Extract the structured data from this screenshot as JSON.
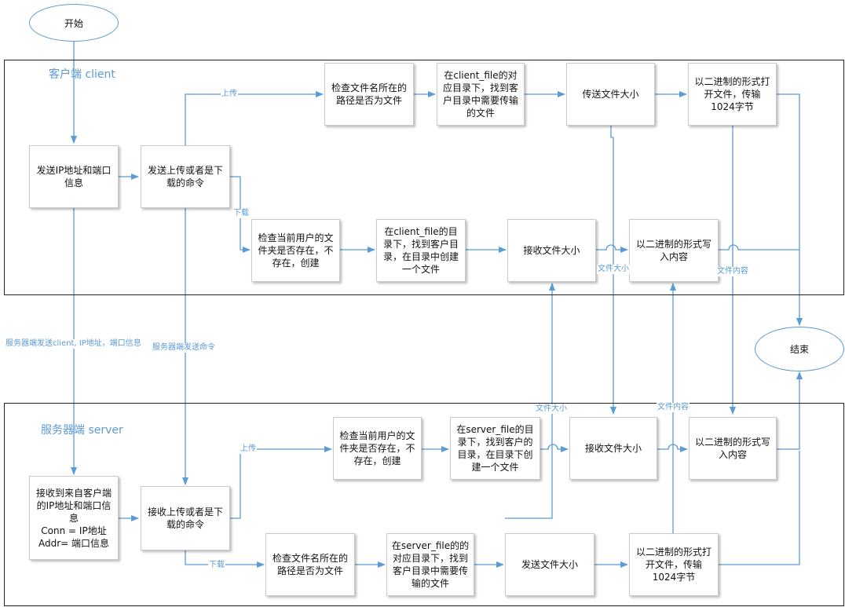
{
  "start": "开始",
  "end": "结束",
  "client": {
    "title": "客户端 client",
    "send_ip": "发送IP地址和端口信息",
    "send_cmd": "发送上传或者是下载的命令",
    "upload": {
      "check_path": "检查文件名所在的路径是否为文件",
      "find_file": "在client_file的对应目录下，找到客户目录中需要传输的文件",
      "send_size": "传送文件大小",
      "send_binary": "以二进制的形式打开文件，传输1024字节"
    },
    "download": {
      "check_dir": "检查当前用户的文件夹是否存在，不存在，创建",
      "create_file": "在client_file的目录下，找到客户目录，在目录中创建一个文件",
      "recv_size": "接收文件大小",
      "write_binary": "以二进制的形式写入内容"
    }
  },
  "server": {
    "title": "服务器端 server",
    "recv_ip": "接收到来自客户端的IP地址和端口信息",
    "recv_ip_conn": "Conn = IP地址",
    "recv_ip_addr": "Addr= 端口信息",
    "recv_cmd": "接收上传或者是下载的命令",
    "upload": {
      "check_dir": "检查当前用户的文件夹是否存在，不存在，创建",
      "create_file": "在server_file的目录下，找到客户的目录，在目录下创建一个文件",
      "recv_size": "接收文件大小",
      "write_binary": "以二进制的形式写入内容"
    },
    "download": {
      "check_path": "检查文件名所在的路径是否为文件",
      "find_file": "在server_file的的对应目录下，找到客户目录中需要传输的文件",
      "send_size": "发送文件大小",
      "send_binary": "以二进制的形式打开文件，传输1024字节"
    }
  },
  "edge_labels": {
    "upload": "上传",
    "download": "下载",
    "file_size": "文件大小",
    "file_content": "文件内容",
    "server_send_client": "服务器端发送client, IP地址，端口信息",
    "server_send_cmd": "服务器端发送命令"
  },
  "colors": {
    "line": "#5b9bd5",
    "border": "#222222",
    "box_border": "#c9c9c9"
  }
}
